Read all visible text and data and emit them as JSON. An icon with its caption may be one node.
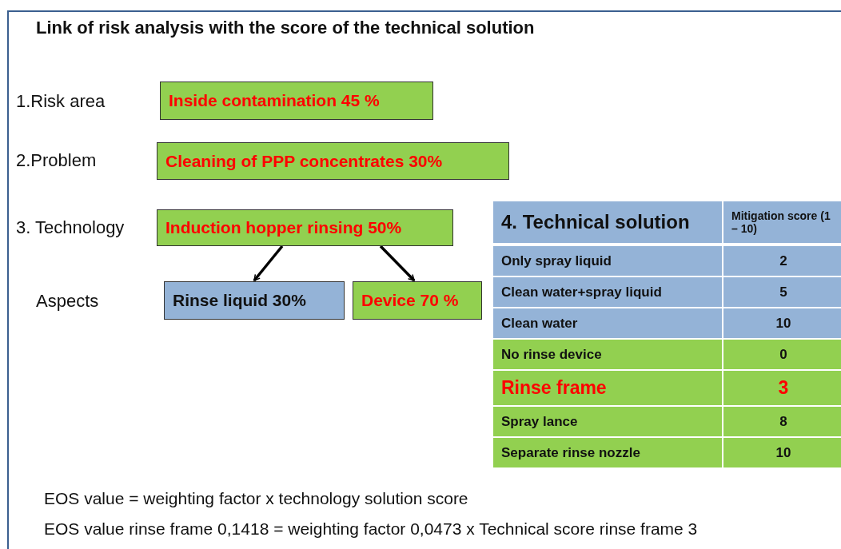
{
  "diagram": {
    "title": "Link of risk analysis with the score of the technical solution",
    "nodes": [
      {
        "text": [
          "Inside contamination  45 %"
        ]
      },
      {
        "text": [
          "Cleaning of PPP  concentrates  30%"
        ]
      },
      {
        "text": [
          "Induction hopper rinsing  50%"
        ]
      },
      {
        "text": [
          "Rinse liquid  30%"
        ]
      },
      {
        "text": [
          "Device 70 %"
        ]
      }
    ],
    "edges": [
      {
        "from": 2,
        "to": 3,
        "arrow": "to"
      },
      {
        "from": 2,
        "to": 4,
        "arrow": "to"
      }
    ],
    "labels": [
      "1.Risk area",
      "2.Problem",
      "3. Technology",
      "Aspects",
      "4. Technical  solution",
      "Mitigation score (1 – 10)",
      "Only spray liquid",
      "2",
      "Clean water+spray liquid",
      "5",
      "Clean water",
      "10",
      "No rinse device",
      "0",
      "Rinse frame",
      "3",
      "Spray lance",
      "8",
      "Separate rinse nozzle",
      "10",
      "EOS value = weighting factor x technology solution score",
      "EOS value rinse frame 0,1418 = weighting factor 0,0473 x Technical score rinse frame 3"
    ]
  }
}
